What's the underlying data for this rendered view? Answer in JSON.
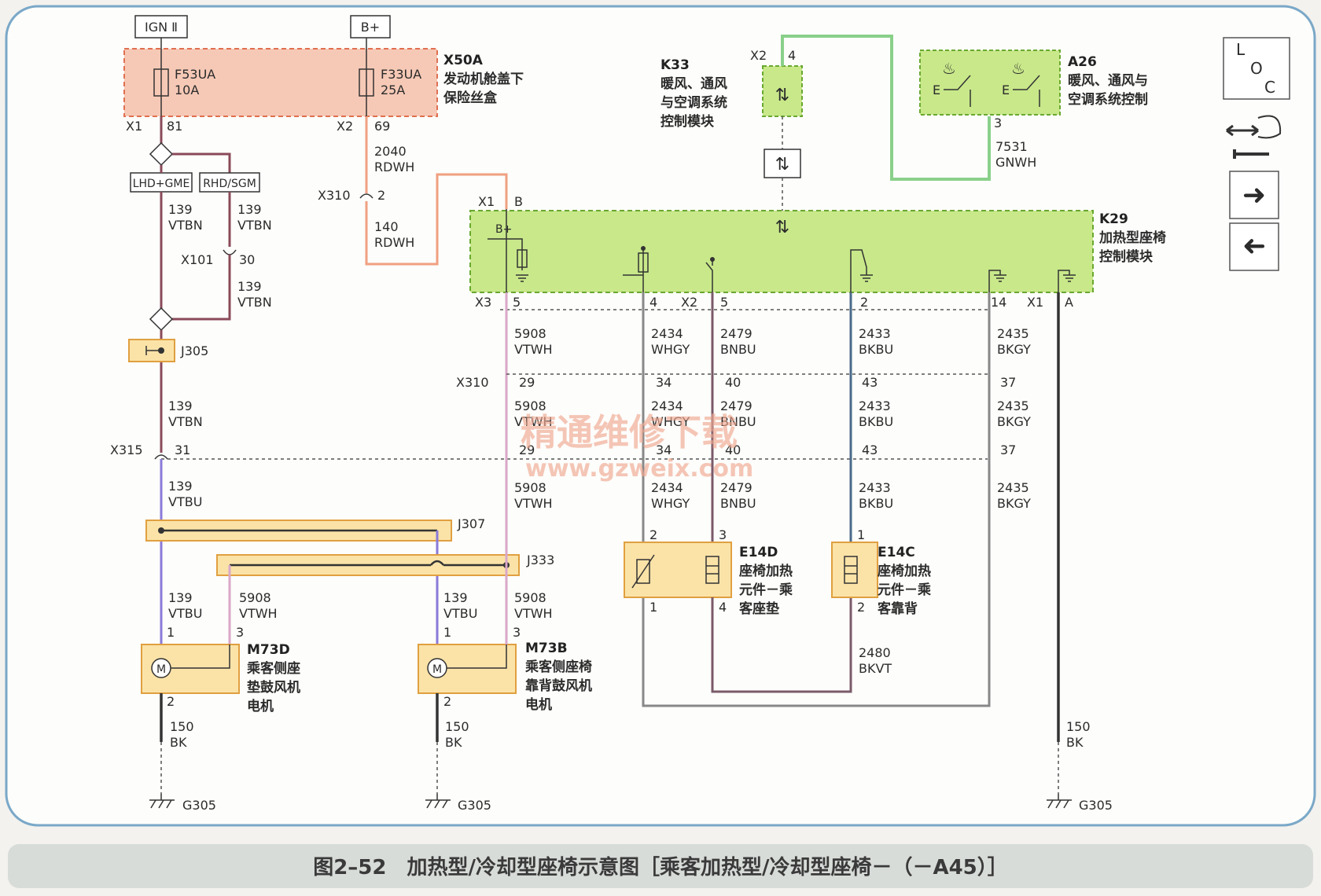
{
  "top_labels": {
    "ign": "IGN Ⅱ",
    "bplus": "B+"
  },
  "fuse_box": {
    "id": "X50A",
    "name_line1": "发动机舱盖下",
    "name_line2": "保险丝盒",
    "fuse1_name": "F53UA",
    "fuse1_rating": "10A",
    "fuse2_name": "F33UA",
    "fuse2_rating": "25A",
    "x1": "X1",
    "x1_pin": "81",
    "x2": "X2",
    "x2_pin": "69"
  },
  "option_labels": {
    "lhd": "LHD+GME",
    "rhd": "RHD/SGM"
  },
  "k33": {
    "id": "K33",
    "l1": "暖风、通风",
    "l2": "与空调系统",
    "l3": "控制模块",
    "conn": "X2",
    "pin": "4"
  },
  "a26": {
    "id": "A26",
    "l1": "暖风、通风与",
    "l2": "空调系统控制",
    "pin": "3",
    "wire_num": "7531",
    "wire_col": "GNWH",
    "sw_mark": "E"
  },
  "k29": {
    "id": "K29",
    "l1": "加热型座椅",
    "l2": "控制模块",
    "bplus": "B+",
    "x1": "X1",
    "x1_pin": "B",
    "x3": "X3",
    "p5": "5",
    "p4": "4",
    "x2": "X2",
    "p5b": "5",
    "p2": "2",
    "p14": "14",
    "x1b": "X1",
    "pa": "A"
  },
  "wires": {
    "w139a": "139",
    "w139a_c": "VTBN",
    "w139b": "139",
    "w139b_c": "VTBN",
    "x101": "X101",
    "x101_pin": "30",
    "w139c": "139",
    "w139c_c": "VTBN",
    "w2040": "2040",
    "w2040_c": "RDWH",
    "x310a": "X310",
    "x310a_pin": "2",
    "w140": "140",
    "w140_c": "RDWH",
    "j305": "J305",
    "w139d": "139",
    "w139d_c": "VTBN",
    "x315": "X315",
    "x315_pin": "31",
    "w139e": "139",
    "w139e_c": "VTBU",
    "j307": "J307",
    "j333": "J333",
    "w139f": "139",
    "w139f_c": "VTBU",
    "w5908f": "5908",
    "w5908f_c": "VTWH",
    "w139g": "139",
    "w139g_c": "VTBU",
    "w5908g": "5908",
    "w5908g_c": "VTWH",
    "s5908a": "5908",
    "s5908a_c": "VTWH",
    "s2434a": "2434",
    "s2434a_c": "WHGY",
    "s2479a": "2479",
    "s2479a_c": "BNBU",
    "s2433a": "2433",
    "s2433a_c": "BKBU",
    "s2435a": "2435",
    "s2435a_c": "BKGY",
    "x310b": "X310",
    "p29": "29",
    "p34": "34",
    "p40": "40",
    "p43": "43",
    "p37": "37",
    "s5908b": "5908",
    "s5908b_c": "VTWH",
    "s2434b": "2434",
    "s2434b_c": "WHGY",
    "s2479b": "2479",
    "s2479b_c": "BNBU",
    "s2433b": "2433",
    "s2433b_c": "BKBU",
    "s2435b": "2435",
    "s2435b_c": "BKGY",
    "q29": "29",
    "q34": "34",
    "q40": "40",
    "q43": "43",
    "q37": "37",
    "s5908c": "5908",
    "s5908c_c": "VTWH",
    "s2434c": "2434",
    "s2434c_c": "WHGY",
    "s2479c": "2479",
    "s2479c_c": "BNBU",
    "s2433c": "2433",
    "s2433c_c": "BKBU",
    "s2435c": "2435",
    "s2435c_c": "BKGY",
    "w2480": "2480",
    "w2480_c": "BKVT",
    "g150a": "150",
    "g150a_c": "BK",
    "g150b": "150",
    "g150b_c": "BK",
    "g150c": "150",
    "g150c_c": "BK"
  },
  "e14d": {
    "id": "E14D",
    "l1": "座椅加热",
    "l2": "元件－乘",
    "l3": "客座垫",
    "p2": "2",
    "p3": "3",
    "p1": "1",
    "p4": "4"
  },
  "e14c": {
    "id": "E14C",
    "l1": "座椅加热",
    "l2": "元件－乘",
    "l3": "客靠背",
    "p1": "1",
    "p2": "2"
  },
  "m73d": {
    "id": "M73D",
    "l1": "乘客侧座",
    "l2": "垫鼓风机",
    "l3": "电机",
    "p1": "1",
    "p3": "3",
    "p2": "2",
    "motor": "M"
  },
  "m73b": {
    "id": "M73B",
    "l1": "乘客侧座椅",
    "l2": "靠背鼓风机",
    "l3": "电机",
    "p1": "1",
    "p3": "3",
    "p2": "2",
    "motor": "M"
  },
  "grounds": {
    "g1": "G305",
    "g2": "G305",
    "g3": "G305"
  },
  "loc": {
    "l": "L",
    "o": "O",
    "c": "C"
  },
  "watermark": {
    "line1": "精通维修下载",
    "line2": "www.gzweix.com"
  },
  "caption": "图2–52　加热型/冷却型座椅示意图［乘客加热型/冷却型座椅－（－A45）］"
}
